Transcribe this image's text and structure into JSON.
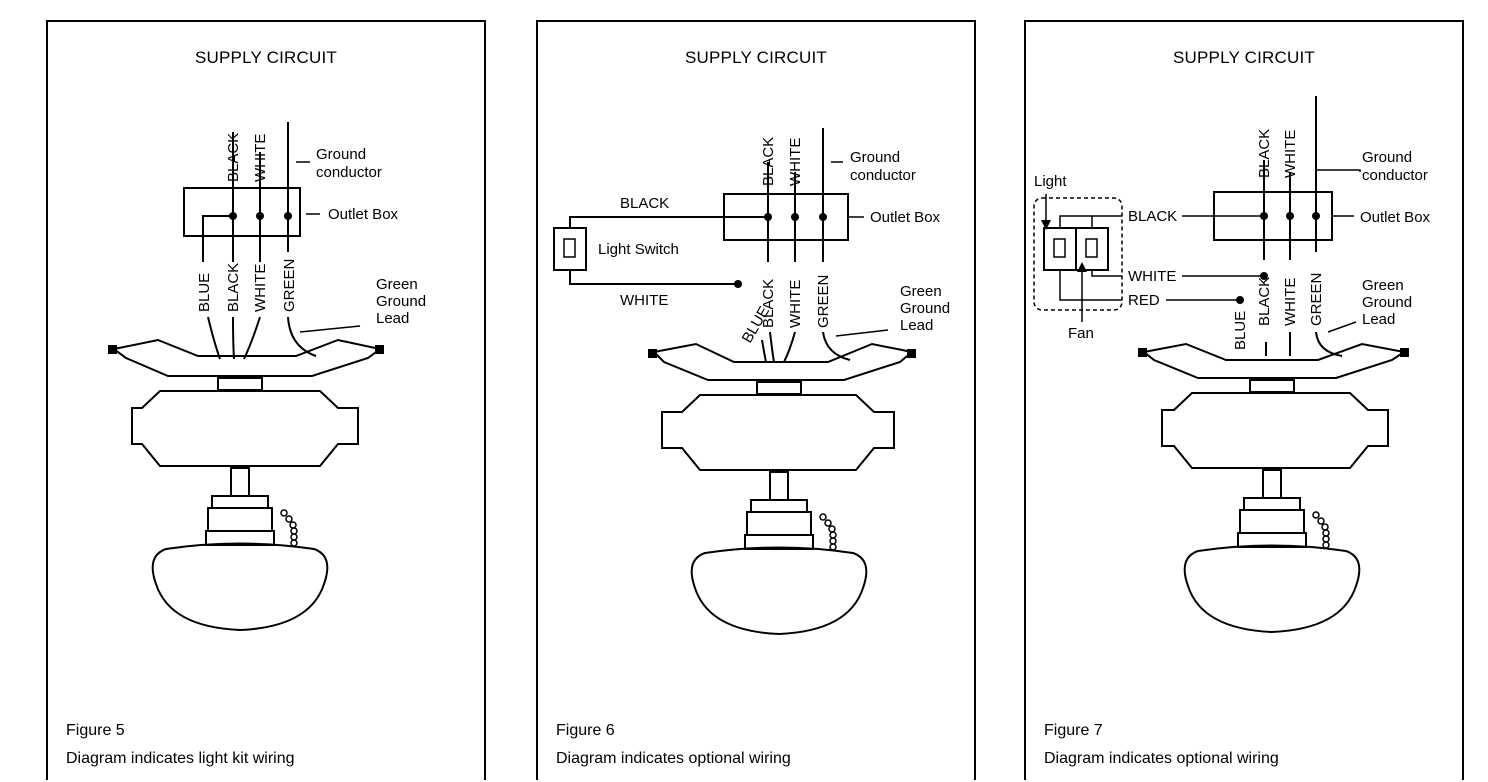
{
  "colors": {
    "ink": "#000000",
    "background": "#ffffff"
  },
  "figures": [
    {
      "title": "SUPPLY CIRCUIT",
      "number": "Figure 5",
      "caption": "Diagram indicates light kit wiring",
      "supply_wires": [
        "BLACK",
        "WHITE"
      ],
      "fixture_wires": [
        "BLUE",
        "BLACK",
        "WHITE",
        "GREEN"
      ],
      "labels": {
        "ground_conductor_1": "Ground",
        "ground_conductor_2": "conductor",
        "outlet_box": "Outlet Box",
        "ground_lead_1": "Green",
        "ground_lead_2": "Ground",
        "ground_lead_3": "Lead"
      }
    },
    {
      "title": "SUPPLY CIRCUIT",
      "number": "Figure 6",
      "caption": "Diagram indicates optional wiring",
      "supply_wires": [
        "BLACK",
        "WHITE"
      ],
      "fixture_wires": [
        "BLUE",
        "BLACK",
        "WHITE",
        "GREEN"
      ],
      "labels": {
        "ground_conductor_1": "Ground",
        "ground_conductor_2": "conductor",
        "outlet_box": "Outlet Box",
        "ground_lead_1": "Green",
        "ground_lead_2": "Ground",
        "ground_lead_3": "Lead",
        "switch_black": "BLACK",
        "switch_white": "WHITE",
        "light_switch": "Light Switch"
      }
    },
    {
      "title": "SUPPLY CIRCUIT",
      "number": "Figure 7",
      "caption": "Diagram indicates optional wiring",
      "supply_wires": [
        "BLACK",
        "WHITE"
      ],
      "fixture_wires": [
        "BLUE",
        "BLACK",
        "WHITE",
        "GREEN"
      ],
      "labels": {
        "ground_conductor_1": "Ground",
        "ground_conductor_2": "conductor",
        "outlet_box": "Outlet Box",
        "ground_lead_1": "Green",
        "ground_lead_2": "Ground",
        "ground_lead_3": "Lead",
        "light": "Light",
        "fan": "Fan",
        "switch_black": "BLACK",
        "switch_white": "WHITE",
        "switch_red": "RED"
      }
    }
  ]
}
